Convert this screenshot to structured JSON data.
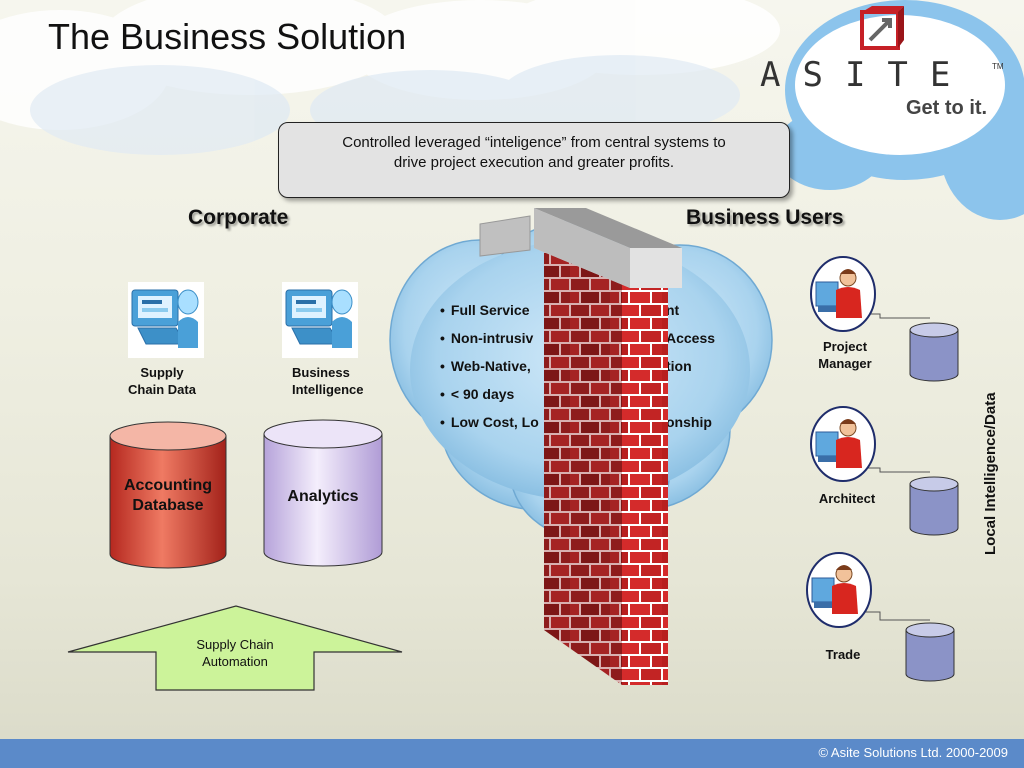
{
  "slide": {
    "title": "The Business Solution",
    "callout_line1": "Controlled leveraged “inteligence” from central systems to",
    "callout_line2": "drive project execution and greater profits.",
    "corporate_heading": "Corporate",
    "business_users_heading": "Business Users",
    "supply_chain_data_1": "Supply",
    "supply_chain_data_2": "Chain Data",
    "business_intelligence_1": "Business",
    "business_intelligence_2": "Intelligence",
    "accounting_db_1": "Accounting",
    "accounting_db_2": "Database",
    "analytics": "Analytics",
    "bullets": [
      "Full Service",
      "Non-intrusiv",
      "Web-Native,",
      "< 90 days",
      "Low Cost, Lo"
    ],
    "bullets_right": [
      "nt",
      "Access",
      "tion",
      "",
      "onship"
    ],
    "arrow_line1": "Supply Chain",
    "arrow_line2": "Automation",
    "user_project_1": "Project",
    "user_project_2": "Manager",
    "user_architect": "Architect",
    "user_trade": "Trade",
    "vertical_label": "Local Intelligence/Data",
    "footer": "© Asite Solutions Ltd. 2000-2009"
  },
  "logo": {
    "letters": "ASITE",
    "tm": "TM",
    "tagline": "Get to it."
  },
  "colors": {
    "cloud": "#a9d3ee",
    "brick": "#c8282a",
    "accounting": "#c8392c",
    "analytics": "#d7c6ef",
    "user_db": "#8b93c7",
    "arrow": "#ccf39a",
    "footer": "#5b8ac9"
  }
}
